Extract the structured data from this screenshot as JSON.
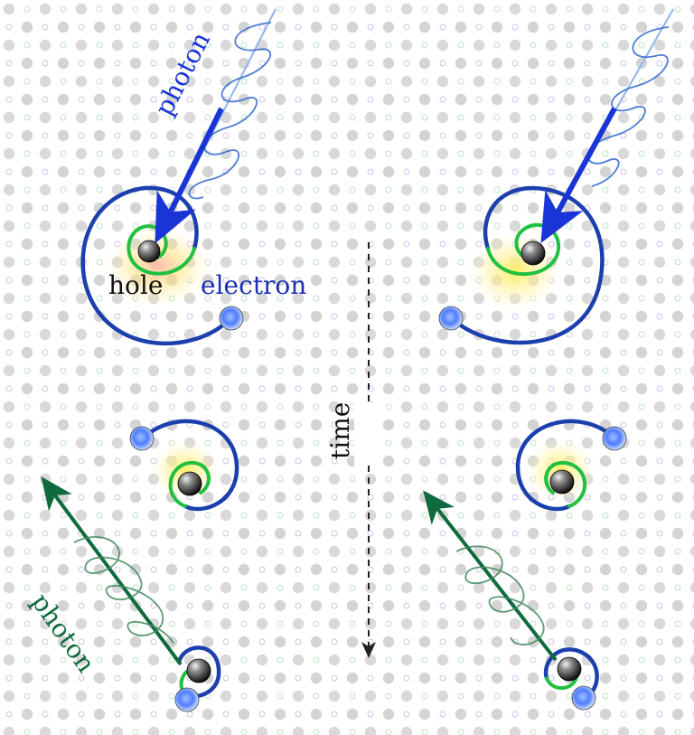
{
  "labels": {
    "photon_in": "photon",
    "photon_out": "photon",
    "hole": "hole",
    "electron": "electron",
    "time": "time"
  },
  "colors": {
    "absorbed_photon": "#1a35d6",
    "emitted_photon": "#0f6b3e",
    "electron_label": "#1a2db4",
    "orbit_outer": "#1c3fae",
    "orbit_inner": "#20c040",
    "hole": "#222222",
    "electron": "#4f7dff",
    "lattice": "#cfcfcf"
  }
}
